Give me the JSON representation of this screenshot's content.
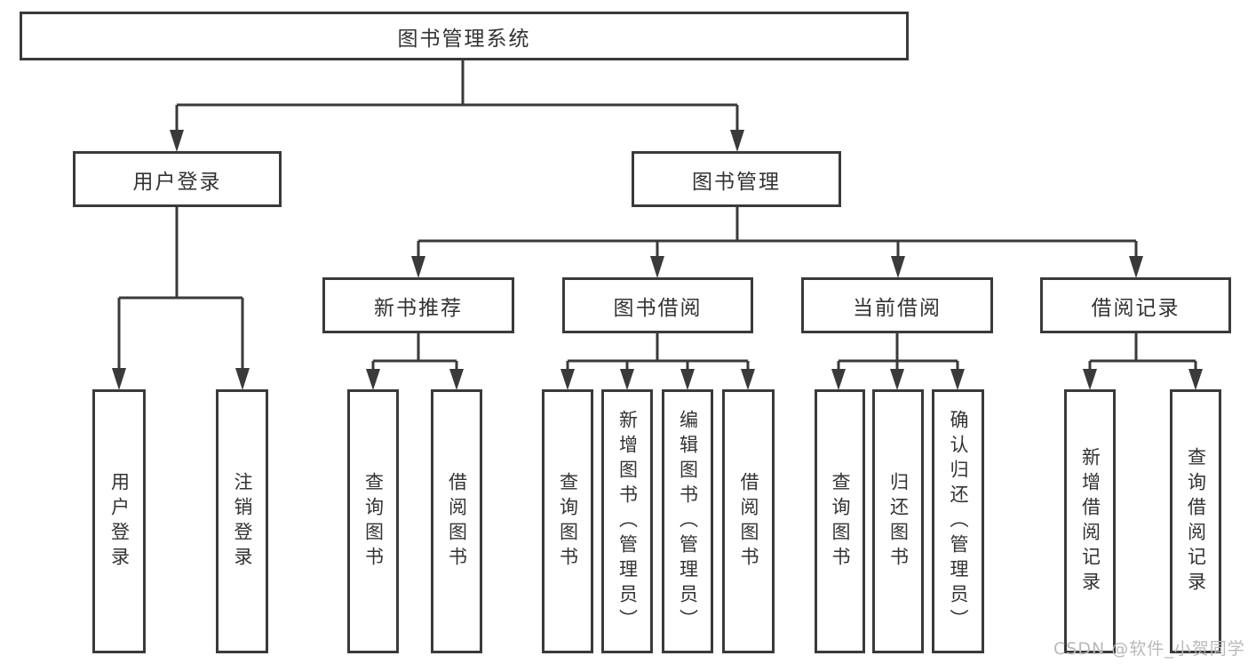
{
  "colors": {
    "line": "#3a3a3a",
    "box_border": "#3a3a3a",
    "box_fill": "#ffffff",
    "text": "#333333",
    "watermark": "#b9b9b9",
    "background": "#ffffff"
  },
  "watermark": "CSDN @软件_小贺同学",
  "tree": {
    "root": {
      "label": "图书管理系统"
    },
    "branches": [
      {
        "label": "用户登录",
        "children": [
          {
            "label": "用户登录"
          },
          {
            "label": "注销登录"
          }
        ]
      },
      {
        "label": "图书管理",
        "children": [
          {
            "label": "新书推荐",
            "children": [
              {
                "label": "查询图书"
              },
              {
                "label": "借阅图书"
              }
            ]
          },
          {
            "label": "图书借阅",
            "children": [
              {
                "label": "查询图书"
              },
              {
                "label": "新增图书（管理员）"
              },
              {
                "label": "编辑图书（管理员）"
              },
              {
                "label": "借阅图书"
              }
            ]
          },
          {
            "label": "当前借阅",
            "children": [
              {
                "label": "查询图书"
              },
              {
                "label": "归还图书"
              },
              {
                "label": "确认归还（管理员）"
              }
            ]
          },
          {
            "label": "借阅记录",
            "children": [
              {
                "label": "新增借阅记录"
              },
              {
                "label": "查询借阅记录"
              }
            ]
          }
        ]
      }
    ]
  }
}
